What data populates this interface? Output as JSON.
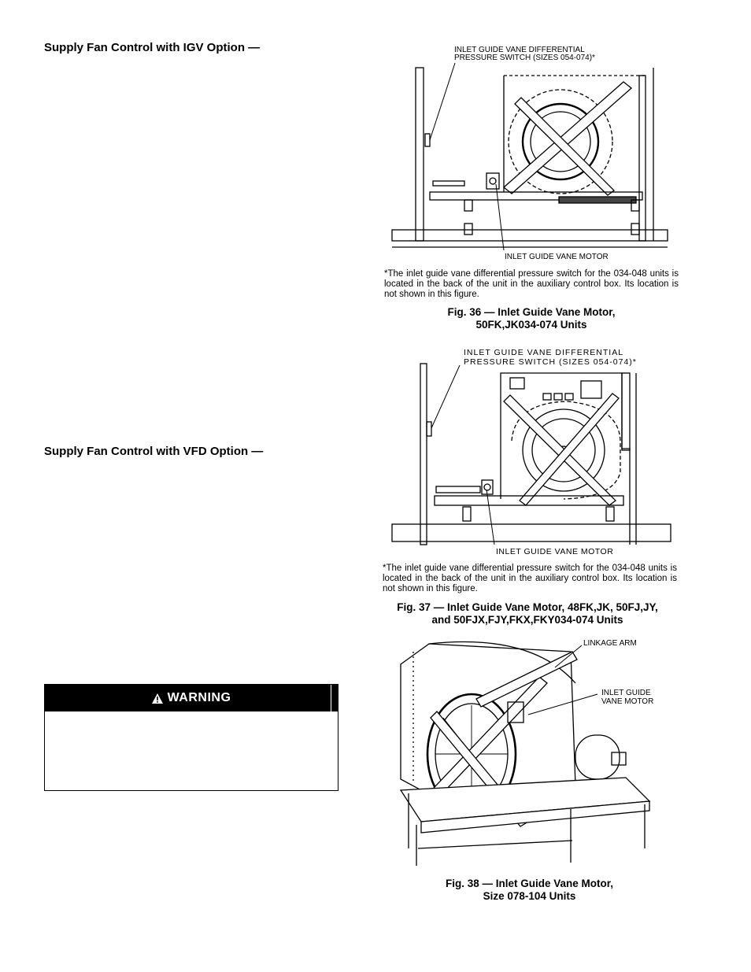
{
  "headings": {
    "igv": "Supply Fan Control with IGV Option —",
    "vfd": "Supply Fan Control with VFD Option —"
  },
  "warning": {
    "icon": "warning-triangle-icon",
    "label": "WARNING"
  },
  "fig36": {
    "label_switch_line1": "INLET GUIDE VANE DIFFERENTIAL",
    "label_switch_line2": "PRESSURE SWITCH (SIZES 054-074)*",
    "label_motor": "INLET GUIDE VANE MOTOR",
    "note": "*The inlet guide vane differential pressure switch for the 034-048 units is located in the back of the unit in the auxiliary control box. Its location is not shown in this figure.",
    "caption_line1": "Fig. 36 — Inlet Guide Vane Motor,",
    "caption_line2": "50FK,JK034-074 Units"
  },
  "fig37": {
    "label_switch_line1": "INLET GUIDE VANE DIFFERENTIAL",
    "label_switch_line2": "PRESSURE SWITCH (SIZES 054-074)*",
    "label_motor": "INLET GUIDE VANE MOTOR",
    "note": "*The inlet guide vane differential pressure switch for the 034-048 units is located in the back of the unit in the auxiliary control box. Its location is not shown in this figure.",
    "caption_line1": "Fig. 37 — Inlet Guide Vane Motor, 48FK,JK, 50FJ,JY,",
    "caption_line2": "and 50FJX,FJY,FKX,FKY034-074 Units"
  },
  "fig38": {
    "label_linkage": "LINKAGE ARM",
    "label_motor_line1": "INLET GUIDE",
    "label_motor_line2": "VANE MOTOR",
    "caption_line1": "Fig. 38 — Inlet Guide Vane Motor,",
    "caption_line2": "Size 078-104 Units"
  }
}
